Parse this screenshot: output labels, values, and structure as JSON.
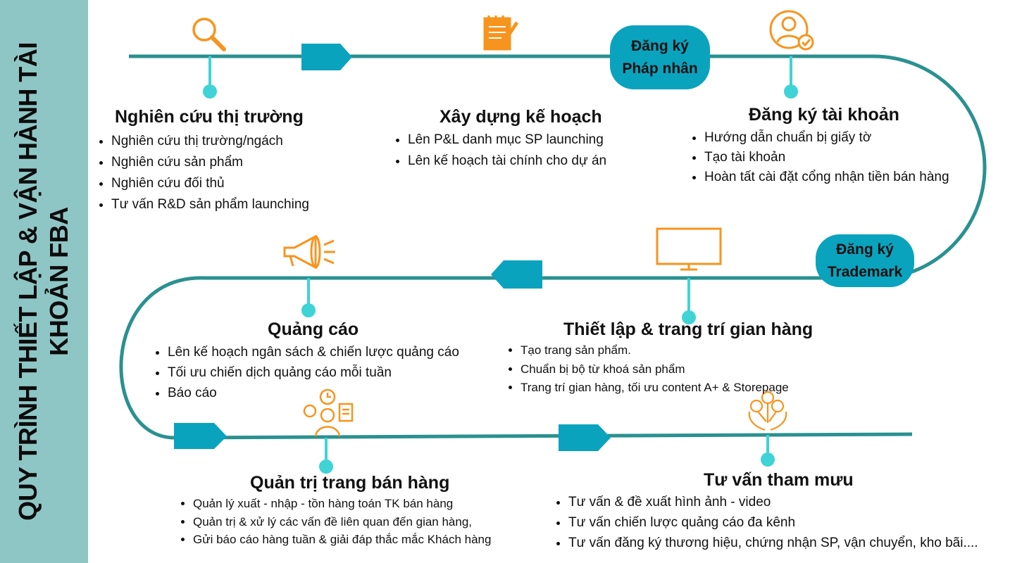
{
  "sidebar": {
    "title_line1": "QUY TRÌNH  THIẾT LẬP & VẬN HÀNH TÀI",
    "title_line2": "KHOẢN FBA"
  },
  "colors": {
    "sidebar": "#8ec6c5",
    "line": "#2a9190",
    "arrow": "#0aa3be",
    "dot": "#3fd3d6",
    "icon": "#f7941d"
  },
  "milestones": {
    "phap_nhan": {
      "line1": "Đăng ký",
      "line2": "Pháp nhân"
    },
    "trademark": {
      "line1": "Đăng ký",
      "line2": "Trademark"
    }
  },
  "steps": [
    {
      "title": "Nghiên cứu thị trường",
      "icon": "search-icon",
      "items": [
        "Nghiên cứu thị trường/ngách",
        "Nghiên cứu sản phẩm",
        "Nghiên cứu đối thủ",
        "Tư vấn R&D sản phẩm launching"
      ]
    },
    {
      "title": "Xây dựng kế hoạch",
      "icon": "notepad-icon",
      "items": [
        "Lên P&L danh mục SP launching",
        "Lên kế hoạch tài chính cho dự án"
      ]
    },
    {
      "title": "Đăng ký tài khoản",
      "icon": "user-check-icon",
      "items": [
        "Hướng dẫn chuẩn bị giấy tờ",
        "Tạo tài khoản",
        "Hoàn tất cài đặt cổng nhận tiền bán hàng"
      ]
    },
    {
      "title": "Thiết lập & trang trí gian hàng",
      "icon": "monitor-icon",
      "items": [
        "Tạo trang sản phẩm.",
        "Chuẩn bị bộ từ khoá sản phẩm",
        "Trang trí gian hàng, tối ưu content A+ & Storepage"
      ]
    },
    {
      "title": "Quảng cáo",
      "icon": "megaphone-icon",
      "items": [
        "Lên kế hoạch ngân sách & chiến lược quảng cáo",
        "Tối ưu chiến dịch quảng cáo mỗi tuần",
        "Báo cáo"
      ]
    },
    {
      "title": "Quản trị trang bán hàng",
      "icon": "management-icon",
      "items": [
        "Quản lý xuất - nhập - tồn hàng toán TK bán hàng",
        "Quản trị & xử lý các vấn đề liên quan đến gian hàng,",
        "Gửi báo cáo hàng tuần & giải đáp thắc mắc Khách hàng"
      ]
    },
    {
      "title": "Tư vấn tham mưu",
      "icon": "team-support-icon",
      "items": [
        "Tư vấn & đề xuất hình ảnh - video",
        "Tư vấn chiến lược quảng cáo đa kênh",
        "Tư vấn đăng ký thương hiệu, chứng nhận SP, vận chuyển, kho bãi...."
      ]
    }
  ]
}
